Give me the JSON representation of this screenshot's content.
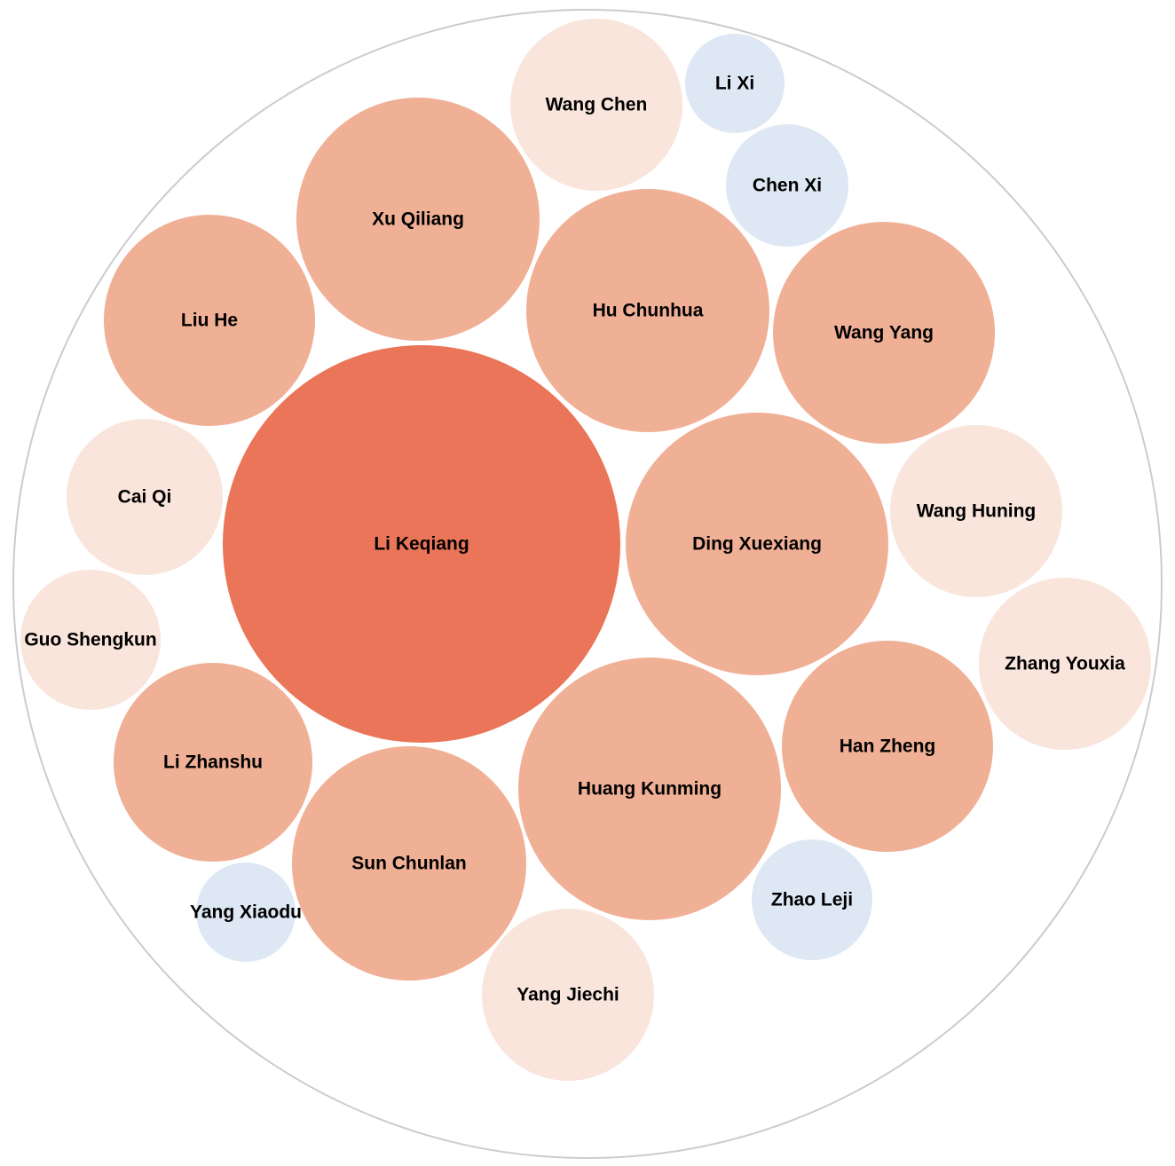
{
  "colors": {
    "dark": "#ea7558",
    "medium": "#f0b096",
    "light": "#f9e5dc",
    "blue": "#dde8f4",
    "outline": "#cccccc"
  },
  "bubbles": [
    {
      "name": "Li Keqiang",
      "tone": "dark"
    },
    {
      "name": "Xu Qiliang",
      "tone": "medium"
    },
    {
      "name": "Hu Chunhua",
      "tone": "medium"
    },
    {
      "name": "Wang Yang",
      "tone": "medium"
    },
    {
      "name": "Liu He",
      "tone": "medium"
    },
    {
      "name": "Ding Xuexiang",
      "tone": "medium"
    },
    {
      "name": "Huang Kunming",
      "tone": "medium"
    },
    {
      "name": "Sun Chunlan",
      "tone": "medium"
    },
    {
      "name": "Li Zhanshu",
      "tone": "medium"
    },
    {
      "name": "Han Zheng",
      "tone": "medium"
    },
    {
      "name": "Wang Chen",
      "tone": "light"
    },
    {
      "name": "Cai Qi",
      "tone": "light"
    },
    {
      "name": "Guo Shengkun",
      "tone": "light"
    },
    {
      "name": "Wang Huning",
      "tone": "light"
    },
    {
      "name": "Zhang Youxia",
      "tone": "light"
    },
    {
      "name": "Yang Jiechi",
      "tone": "light"
    },
    {
      "name": "Li Xi",
      "tone": "blue"
    },
    {
      "name": "Chen Xi",
      "tone": "blue"
    },
    {
      "name": "Zhao Leji",
      "tone": "blue"
    },
    {
      "name": "Yang Xiaodu",
      "tone": "blue"
    }
  ]
}
